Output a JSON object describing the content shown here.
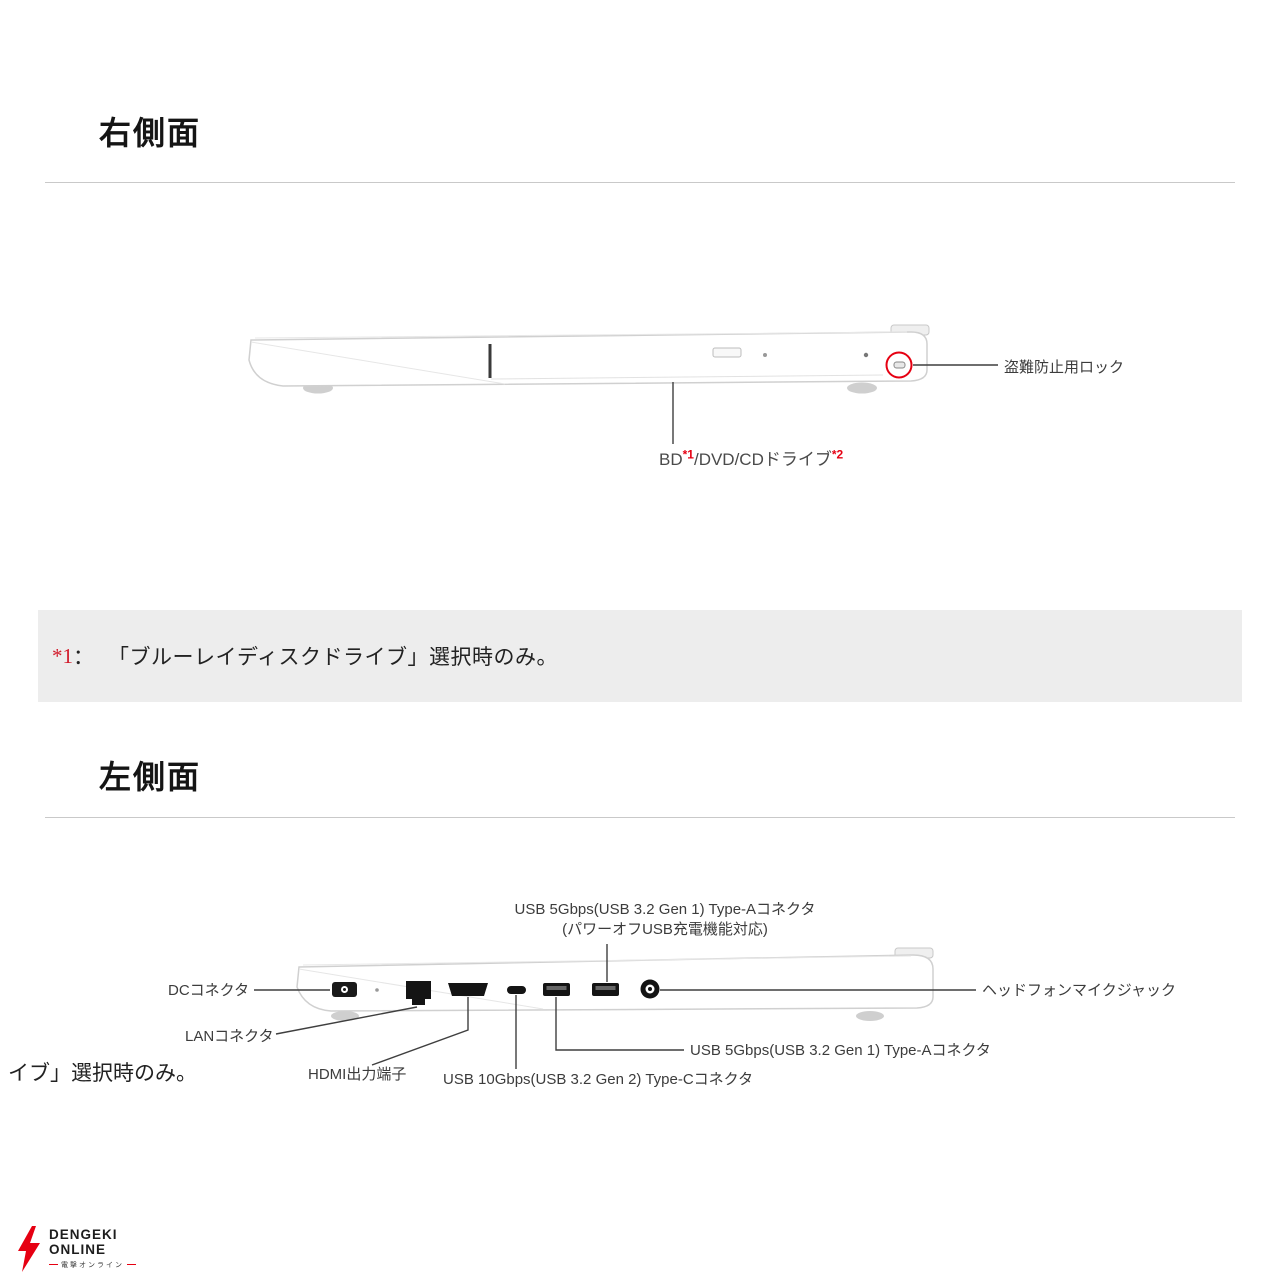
{
  "colors": {
    "accent_red": "#e60012",
    "note_bg": "#ededed",
    "heading_text": "#151515",
    "label_text": "#3c3c3c",
    "leader_line": "#3f3f3f"
  },
  "right_side": {
    "heading": "右側面",
    "lock_label": "盗難防止用ロック",
    "drive_label": {
      "part1": "BD",
      "sup1": "*1",
      "part2": "/DVD/CDドライブ",
      "sup2": "*2"
    }
  },
  "note": {
    "star": "*1",
    "colon": "：",
    "text": "「ブルーレイディスクドライブ」選択時のみ。"
  },
  "left_side": {
    "heading": "左側面",
    "labels": {
      "usb_a_top_1": "USB 5Gbps(USB 3.2 Gen 1) Type-Aコネクタ",
      "usb_a_top_2": "(パワーオフUSB充電機能対応)",
      "dc": "DCコネクタ",
      "lan": "LANコネクタ",
      "hdmi": "HDMI出力端子",
      "usb_c": "USB 10Gbps(USB 3.2 Gen 2) Type-Cコネクタ",
      "usb_a_right": "USB 5Gbps(USB 3.2 Gen 1) Type-Aコネクタ",
      "headphone": "ヘッドフォンマイクジャック"
    }
  },
  "overflow_text": "イブ」選択時のみ。",
  "watermark": {
    "line1": "DENGEKI",
    "line2": "ONLINE",
    "sub": "電撃オンライン"
  }
}
